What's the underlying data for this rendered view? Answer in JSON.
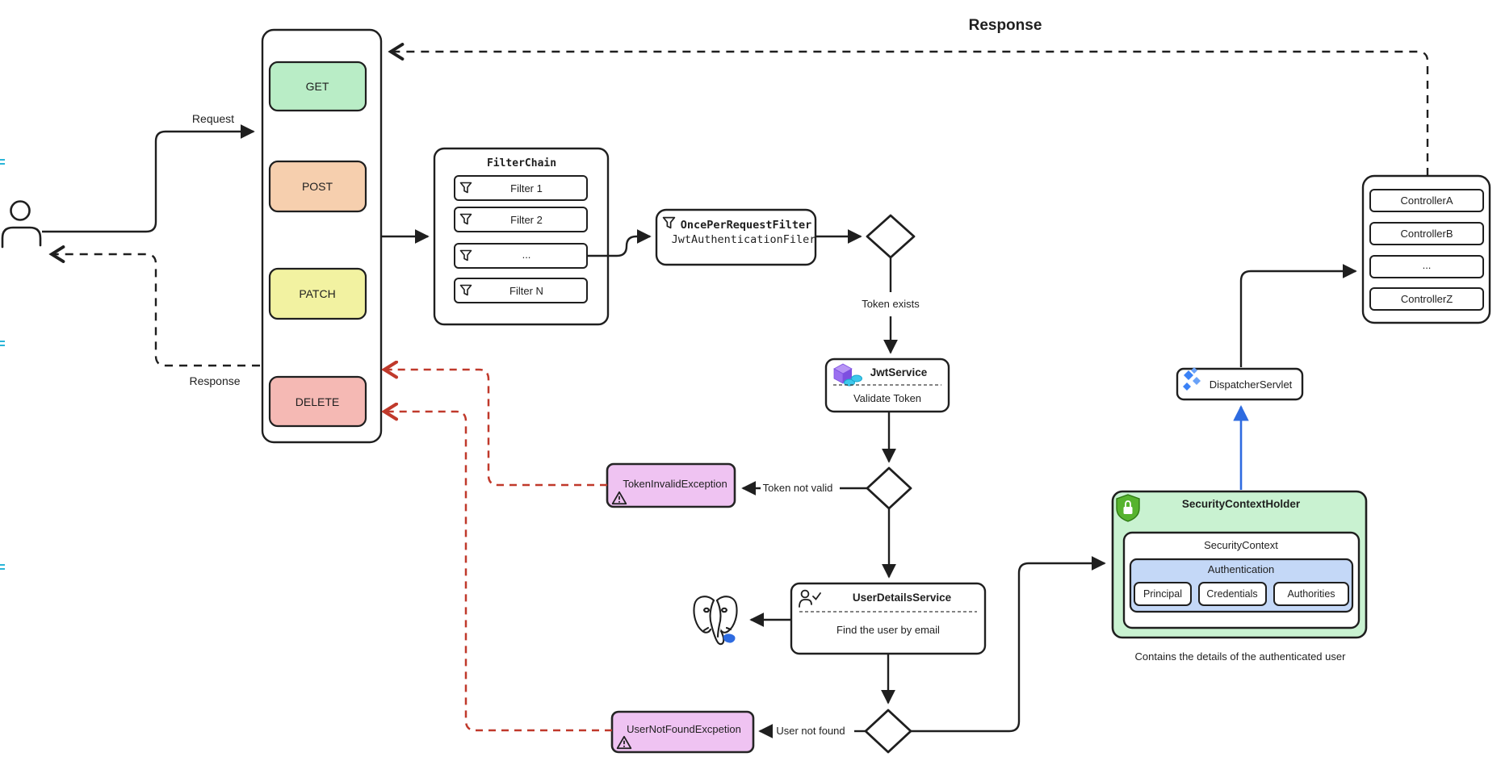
{
  "colors": {
    "line": "#1f1f1f",
    "get_green": "#b9edc6",
    "post_peach": "#f6cfae",
    "patch_yellow": "#f2f2a1",
    "delete_red": "#f5b9b4",
    "exception_purple": "#efc3f2",
    "sch_green": "#c9f2d1",
    "auth_blue": "#c4d8f7",
    "red_dash": "#c0392b",
    "blue_arrow": "#2e6be0",
    "cyan_tick": "#2ab5d8",
    "shield_green": "#56b32e",
    "cube_purple": "#9b6ff0",
    "coin_cyan": "#3ec8ec",
    "diamond_blue": "#3b82f6"
  },
  "arrows": {
    "request": "Request",
    "response_user": "Response",
    "response_top": "Response"
  },
  "methods": {
    "items": [
      "GET",
      "POST",
      "PATCH",
      "DELETE"
    ]
  },
  "filter_chain": {
    "title": "FilterChain",
    "rows": [
      "Filter 1",
      "Filter 2",
      "...",
      "Filter N"
    ]
  },
  "oprf": {
    "line1": "OncePerRequestFilter",
    "line2": "JwtAuthenticationFiler"
  },
  "flow": {
    "token_exists": "Token exists",
    "token_not_valid": "Token not valid",
    "user_not_found": "User not found"
  },
  "jwt_service": {
    "title": "JwtService",
    "action": "Validate Token"
  },
  "user_details_service": {
    "title": "UserDetailsService",
    "action": "Find the user by email"
  },
  "exceptions": {
    "token_invalid": "TokenInvalidException",
    "user_not_found": "UserNotFoundExcpetion"
  },
  "sch": {
    "title": "SecurityContextHolder",
    "context": "SecurityContext",
    "authentication": "Authentication",
    "parts": [
      "Principal",
      "Credentials",
      "Authorities"
    ],
    "caption": "Contains the details of the authenticated user"
  },
  "dispatcher_servlet": {
    "label": "DispatcherServlet"
  },
  "controllers": {
    "rows": [
      "ControllerA",
      "ControllerB",
      "...",
      "ControllerZ"
    ]
  }
}
